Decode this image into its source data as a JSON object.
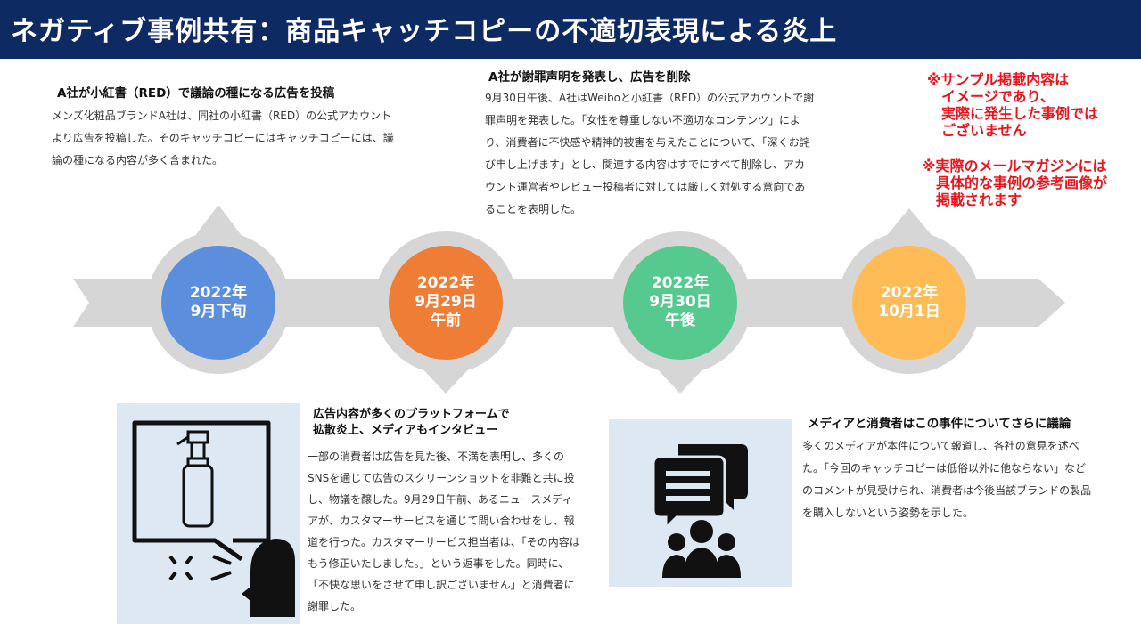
{
  "header": {
    "title": "ネガティブ事例共有：商品キャッチコピーの不適切表現による炎上"
  },
  "timeline": {
    "nodes": [
      {
        "date": "2022年\n9月下旬",
        "color": "#5b8fde"
      },
      {
        "date": "2022年\n9月29日\n午前",
        "color": "#ef7d35"
      },
      {
        "date": "2022年\n9月30日\n午後",
        "color": "#56c98f"
      },
      {
        "date": "2022年\n10月1日",
        "color": "#ffbb55"
      }
    ]
  },
  "events": [
    {
      "title": "A社が小紅書（RED）で議論の種になる広告を投稿",
      "body": "メンズ化粧品ブランドA社は、同社の小紅書（RED）の公式アカウントより広告を投稿した。そのキャッチコピーにはキャッチコピーには、議論の種になる内容が多く含まれた。"
    },
    {
      "title": "広告内容が多くのプラットフォームで\n拡散炎上、メディアもインタビュー",
      "body": "一部の消費者は広告を見た後、不満を表明し、多くのSNSを通じて広告のスクリーンショットを非難と共に投し、物議を醸した。9月29日午前、あるニュースメディアが、カスタマーサービスを通じて問い合わせをし、報道を行った。カスタマーサービス担当者は、「その内容はもう修正いたしました。」という返事をした。同時に、「不快な思いをさせて申し訳ございません」と消費者に謝罪した。"
    },
    {
      "title": "A社が謝罪声明を発表し、広告を削除",
      "body": "9月30日午後、A社はWeiboと小紅書（RED）の公式アカウントで謝罪声明を発表した。「女性を尊重しない不適切なコンテンツ」により、消費者に不快感や精神的被害を与えたことについて、「深くお詫び申し上げます」とし、関連する内容はすでにすべて削除し、アカウント運営者やレビュー投稿者に対しては厳しく対処する意向であることを表明した。"
    },
    {
      "title": "メディアと消費者はこの事件についてさらに議論",
      "body": "多くのメディアが本件について報道し、各社の意見を述べた。「今回のキャッチコピーは低俗以外に他ならない」などのコメントが見受けられ、消費者は今後当該ブランドの製品を購入しないという姿勢を示した。"
    }
  ],
  "notes": [
    "※サンプル掲載内容は\n　イメージであり、\n　実際に発生した事例では\n　ございません",
    "※実際のメールマガジンには\n　具体的な事例の参考画像が\n　掲載されます"
  ],
  "icons": [
    "angry-customer-complaint-icon",
    "media-discussion-icon"
  ]
}
